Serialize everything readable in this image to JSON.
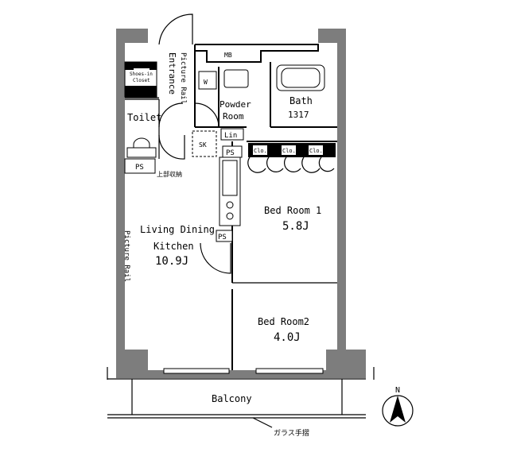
{
  "floorplan": {
    "rooms": {
      "entrance": "Entrance",
      "picture_rail": "Picture Rail",
      "shoes_in_closet_1": "Shoes-in",
      "shoes_in_closet_2": "Closet",
      "toilet": "Toilet",
      "powder_room_1": "Powder",
      "powder_room_2": "Room",
      "bath": "Bath",
      "bath_size": "1317",
      "living_1": "Living Dining",
      "living_2": "Kitchen",
      "living_area": "10.9J",
      "bedroom1": "Bed Room 1",
      "bedroom1_area": "5.8J",
      "bedroom2": "Bed Room2",
      "bedroom2_area": "4.0J",
      "balcony": "Balcony"
    },
    "labels": {
      "mb": "MB",
      "lin": "Lin",
      "ps": "PS",
      "cl": "Clo.",
      "w": "W",
      "sk": "SK",
      "upper_storage": "上部収納",
      "glass_rail": "ガラス手摺"
    },
    "north": "N"
  }
}
